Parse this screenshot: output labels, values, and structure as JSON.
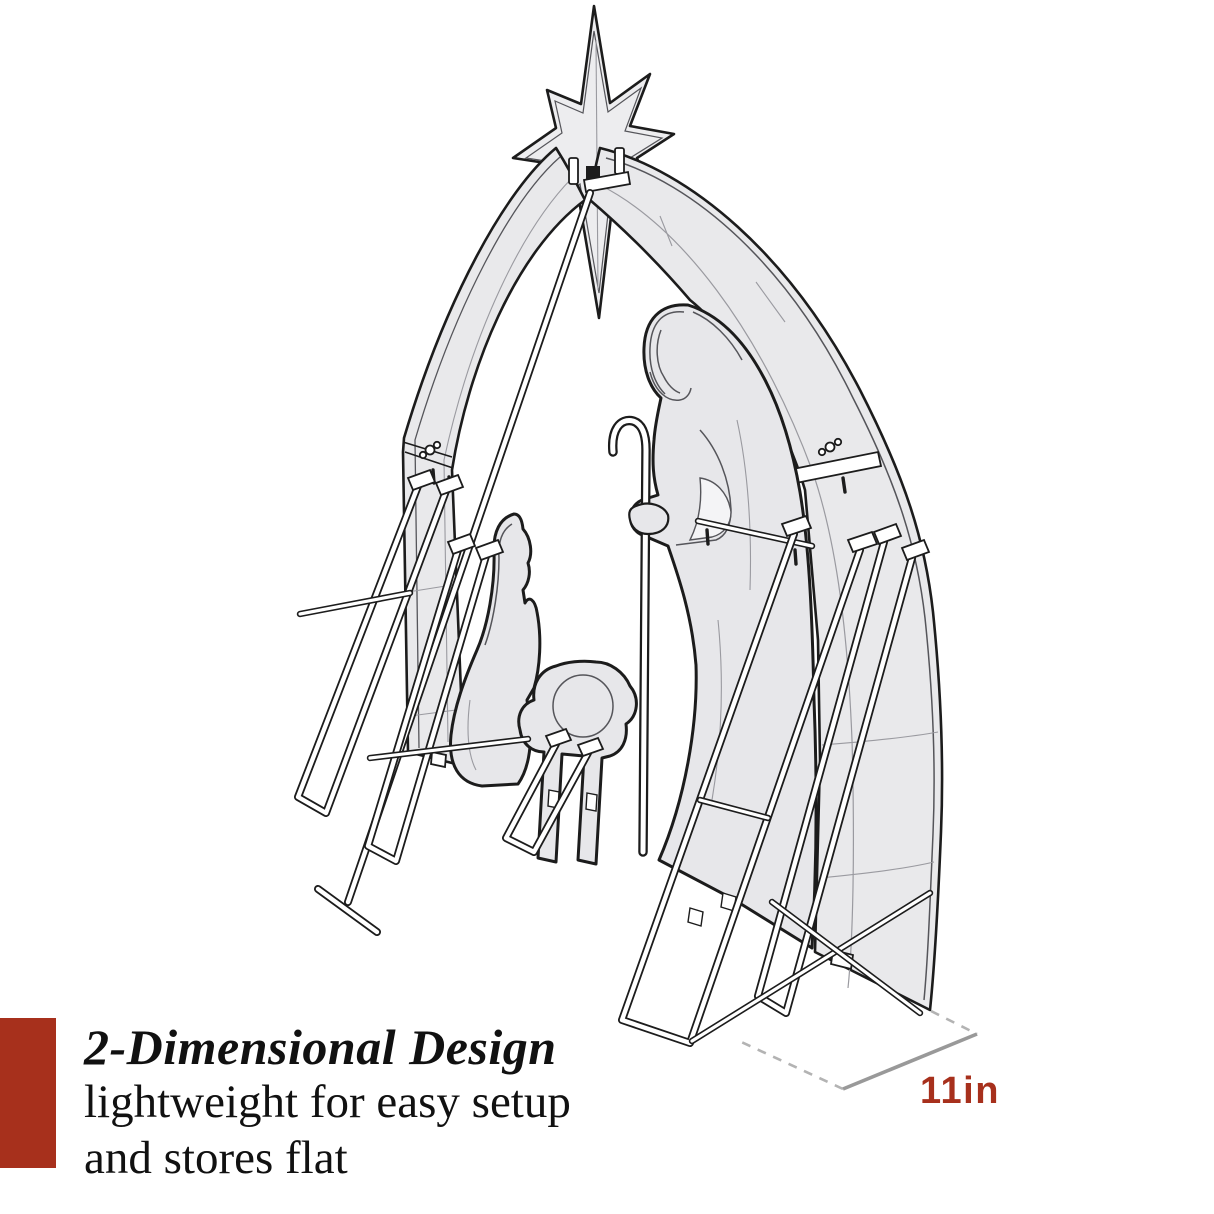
{
  "caption": {
    "title": "2-Dimensional Design",
    "line1": "lightweight for easy setup",
    "line2": "and stores flat"
  },
  "dimension": {
    "depth_label": "11in"
  },
  "illustration": {
    "subject": "outdoor 2D nativity arch decoration",
    "elements": [
      "bethlehem-star",
      "left-arch-panel",
      "right-arch-panel",
      "joseph-figure",
      "shepherd-staff",
      "mary-figure",
      "baby-manger-figure",
      "wire-ground-stakes",
      "depth-dimension-lines"
    ]
  },
  "colors": {
    "accent": "#A7301C",
    "ink": "#1C1C1C",
    "panel_fill": "#E9E9EB",
    "figure_fill": "#E7E7EA",
    "detail": "#55555A",
    "fold": "#9A9AA0",
    "dim_solid": "#999999",
    "dim_dash": "#B3B3B3",
    "text": "#111111",
    "background": "#FFFFFF"
  }
}
